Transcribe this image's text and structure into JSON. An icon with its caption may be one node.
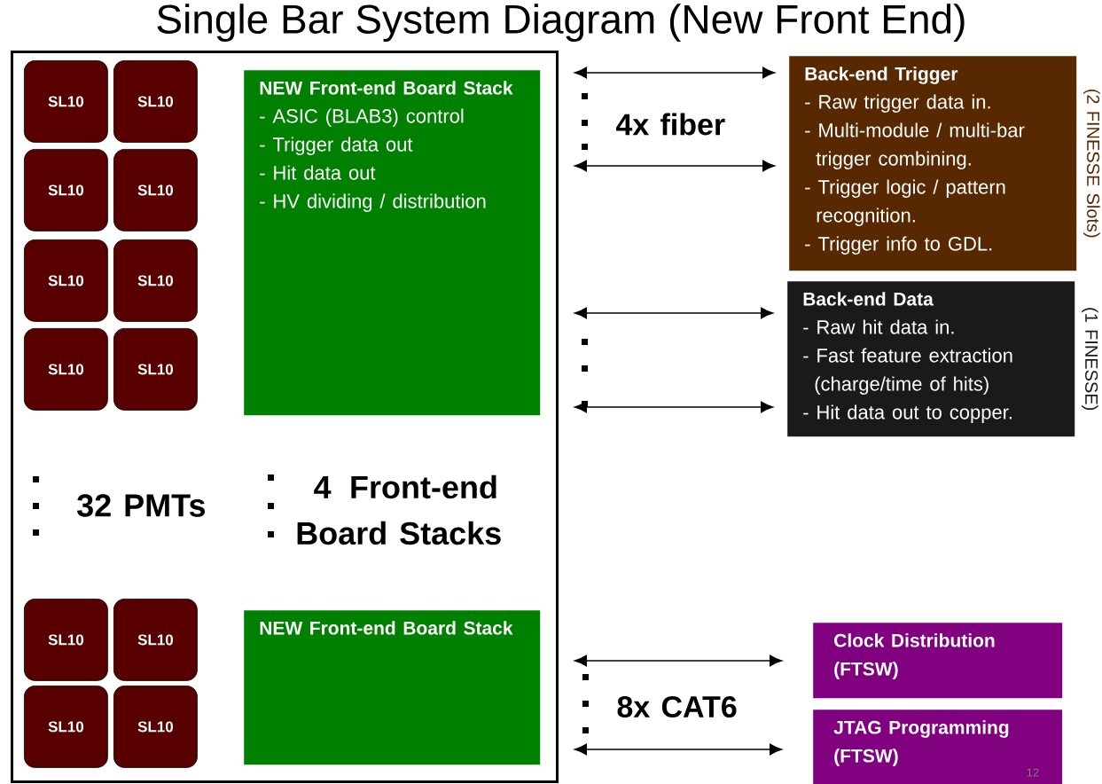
{
  "diagram": {
    "title": "Single Bar System Diagram (New Front End)",
    "nodes": [
      {
        "text": [],
        "shape": "box"
      },
      {
        "text": [
          "SL10"
        ],
        "in": 0
      },
      {
        "text": [
          "SL10"
        ],
        "in": 0
      },
      {
        "text": [
          "SL10"
        ],
        "in": 0
      },
      {
        "text": [
          "SL10"
        ],
        "in": 0
      },
      {
        "text": [
          "SL10"
        ],
        "in": 0
      },
      {
        "text": [
          "SL10"
        ],
        "in": 0
      },
      {
        "text": [
          "SL10"
        ],
        "in": 0
      },
      {
        "text": [
          "SL10"
        ],
        "in": 0
      },
      {
        "text": [
          "NEW Front-end Board Stack",
          "- ASIC (BLAB3) control",
          "- Trigger data out",
          "- Hit data out",
          "- HV dividing / distribution"
        ],
        "in": 0
      },
      {
        "text": [
          "SL10"
        ],
        "in": 0
      },
      {
        "text": [
          "SL10"
        ],
        "in": 0
      },
      {
        "text": [
          "SL10"
        ],
        "in": 0
      },
      {
        "text": [
          "SL10"
        ],
        "in": 0
      },
      {
        "text": [
          "NEW Front-end Board Stack"
        ],
        "in": 0
      },
      {
        "text": [
          "Back-end Trigger",
          "- Raw trigger data in.",
          "- Multi-module / multi-bar trigger combining.",
          "- Trigger logic / pattern recognition.",
          "- Trigger info to GDL."
        ],
        "beside": [
          "(2 FINESSE Slots)"
        ]
      },
      {
        "text": [
          "Back-end Data",
          "- Raw hit data in.",
          "- Fast feature extraction (charge/time of hits)",
          "- Hit data out to copper."
        ],
        "beside": [
          "(1 FINESSE)"
        ]
      },
      {
        "text": [
          "Clock Distribution (FTSW)"
        ]
      },
      {
        "text": [
          "JTAG Programming (FTSW)"
        ]
      }
    ],
    "edges": [
      {
        "from": 0,
        "to": 15,
        "arrow": "both"
      },
      {
        "from": 0,
        "to": 15,
        "arrow": "both"
      },
      {
        "from": 0,
        "to": 16,
        "arrow": "both"
      },
      {
        "from": 0,
        "to": 16,
        "arrow": "both"
      },
      {
        "from": 0,
        "to": 17,
        "arrow": "both"
      },
      {
        "from": 0,
        "to": 18,
        "arrow": "both"
      }
    ],
    "labels": [
      "4x fiber",
      "32 PMTs",
      "4 Front-end Board Stacks",
      "8x CAT6",
      "12"
    ]
  }
}
